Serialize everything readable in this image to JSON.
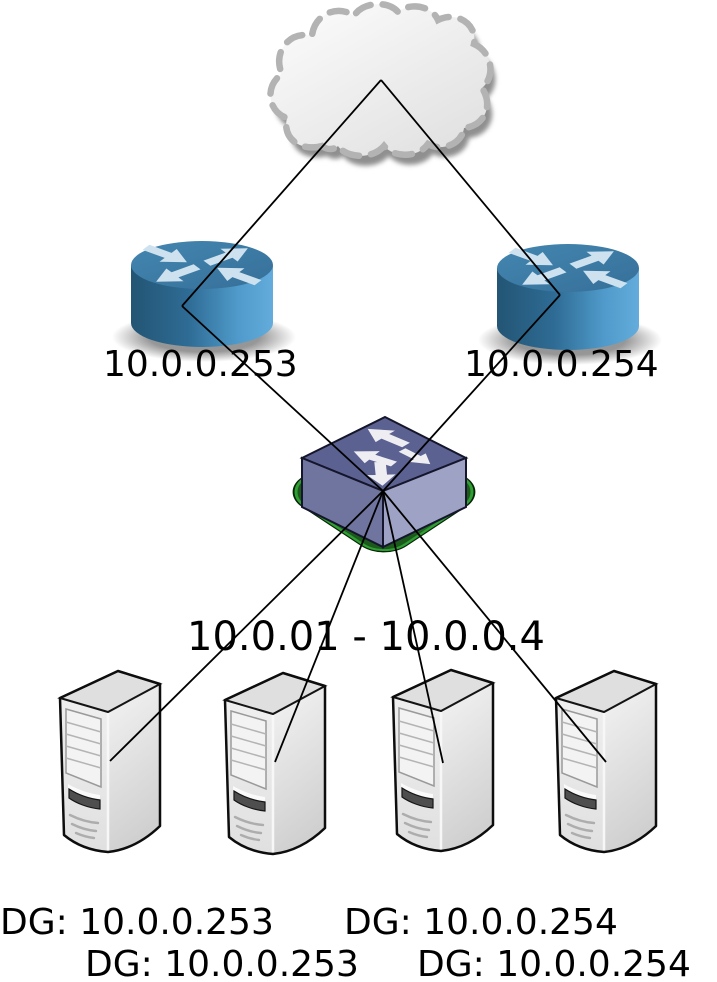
{
  "nodes": {
    "cloud": {
      "id": "internet-cloud",
      "type": "cloud"
    },
    "routers": [
      {
        "id": "router-left",
        "type": "router",
        "ip_label": "10.0.0.253"
      },
      {
        "id": "router-right",
        "type": "router",
        "ip_label": "10.0.0.254"
      }
    ],
    "switch": {
      "id": "lan-switch",
      "type": "switch"
    },
    "server_group": {
      "range_label": "10.0.01 - 10.0.0.4"
    },
    "servers": [
      {
        "id": "server-1",
        "type": "server",
        "dg_label": "DG: 10.0.0.253"
      },
      {
        "id": "server-2",
        "type": "server",
        "dg_label": "DG: 10.0.0.253"
      },
      {
        "id": "server-3",
        "type": "server",
        "dg_label": "DG: 10.0.0.254"
      },
      {
        "id": "server-4",
        "type": "server",
        "dg_label": "DG: 10.0.0.254"
      }
    ]
  },
  "links": [
    {
      "from": "internet-cloud",
      "to": "router-left"
    },
    {
      "from": "internet-cloud",
      "to": "router-right"
    },
    {
      "from": "router-left",
      "to": "lan-switch"
    },
    {
      "from": "router-right",
      "to": "lan-switch"
    },
    {
      "from": "lan-switch",
      "to": "server-1"
    },
    {
      "from": "lan-switch",
      "to": "server-2"
    },
    {
      "from": "lan-switch",
      "to": "server-3"
    },
    {
      "from": "lan-switch",
      "to": "server-4"
    }
  ],
  "colors": {
    "connection_line": "#000000",
    "router_blue": "#3d7ea9",
    "switch_purple": "#5b6191",
    "switch_base_green": "#1c561c",
    "cloud_gray": "#ededed",
    "server_gray": "#e9e9e9",
    "label_text": "#000000"
  }
}
